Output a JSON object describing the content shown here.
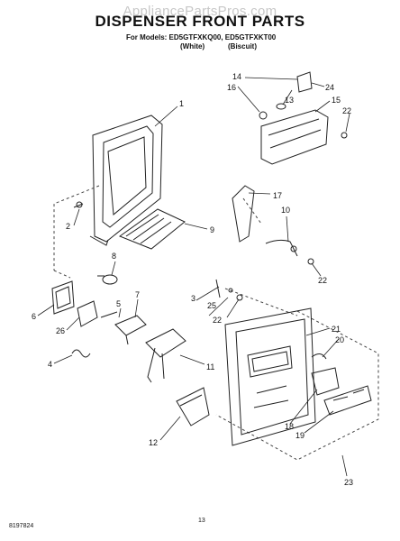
{
  "watermark": "AppliancePartsPros.com",
  "title": "DISPENSER FRONT PARTS",
  "models_line": "For Models: ED5GTFXKQ00, ED5GTFXKT00",
  "variant_white": "(White)",
  "variant_biscuit": "(Biscuit)",
  "footer_code": "8197824",
  "page_number": "13",
  "callouts": [
    "1",
    "2",
    "3",
    "4",
    "5",
    "6",
    "7",
    "8",
    "9",
    "10",
    "11",
    "12",
    "13",
    "14",
    "15",
    "16",
    "17",
    "18",
    "19",
    "20",
    "21",
    "22",
    "22",
    "22",
    "22",
    "23",
    "24",
    "25",
    "26"
  ]
}
